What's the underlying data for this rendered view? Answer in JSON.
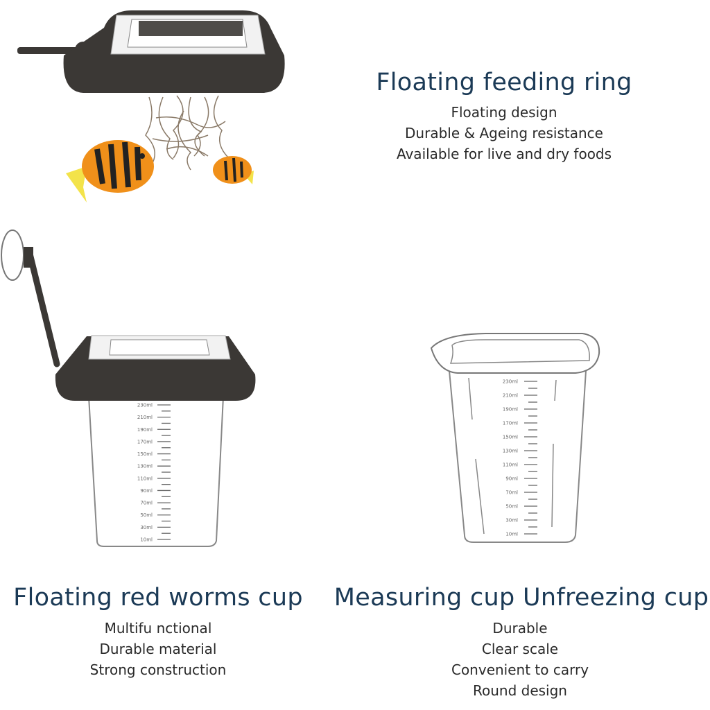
{
  "sections": {
    "ring": {
      "title": "Floating feeding ring",
      "lines": [
        "Floating design",
        "Durable & Ageing resistance",
        "Available for live and dry foods"
      ]
    },
    "worm_cup": {
      "title": "Floating red worms cup",
      "lines": [
        "Multifu nctional",
        "Durable material",
        "Strong construction"
      ]
    },
    "measuring_cup": {
      "title": "Measuring cup Unfreezing cup",
      "lines": [
        "Durable",
        "Clear scale",
        "Convenient to carry",
        "Round design"
      ]
    }
  },
  "scale_labels": [
    "230ml",
    "210ml",
    "190ml",
    "170ml",
    "150ml",
    "130ml",
    "110ml",
    "90ml",
    "70ml",
    "50ml",
    "30ml",
    "10ml"
  ],
  "colors": {
    "title": "#1b3a56",
    "ring": "#3b3835",
    "fish": "#f0901a"
  }
}
